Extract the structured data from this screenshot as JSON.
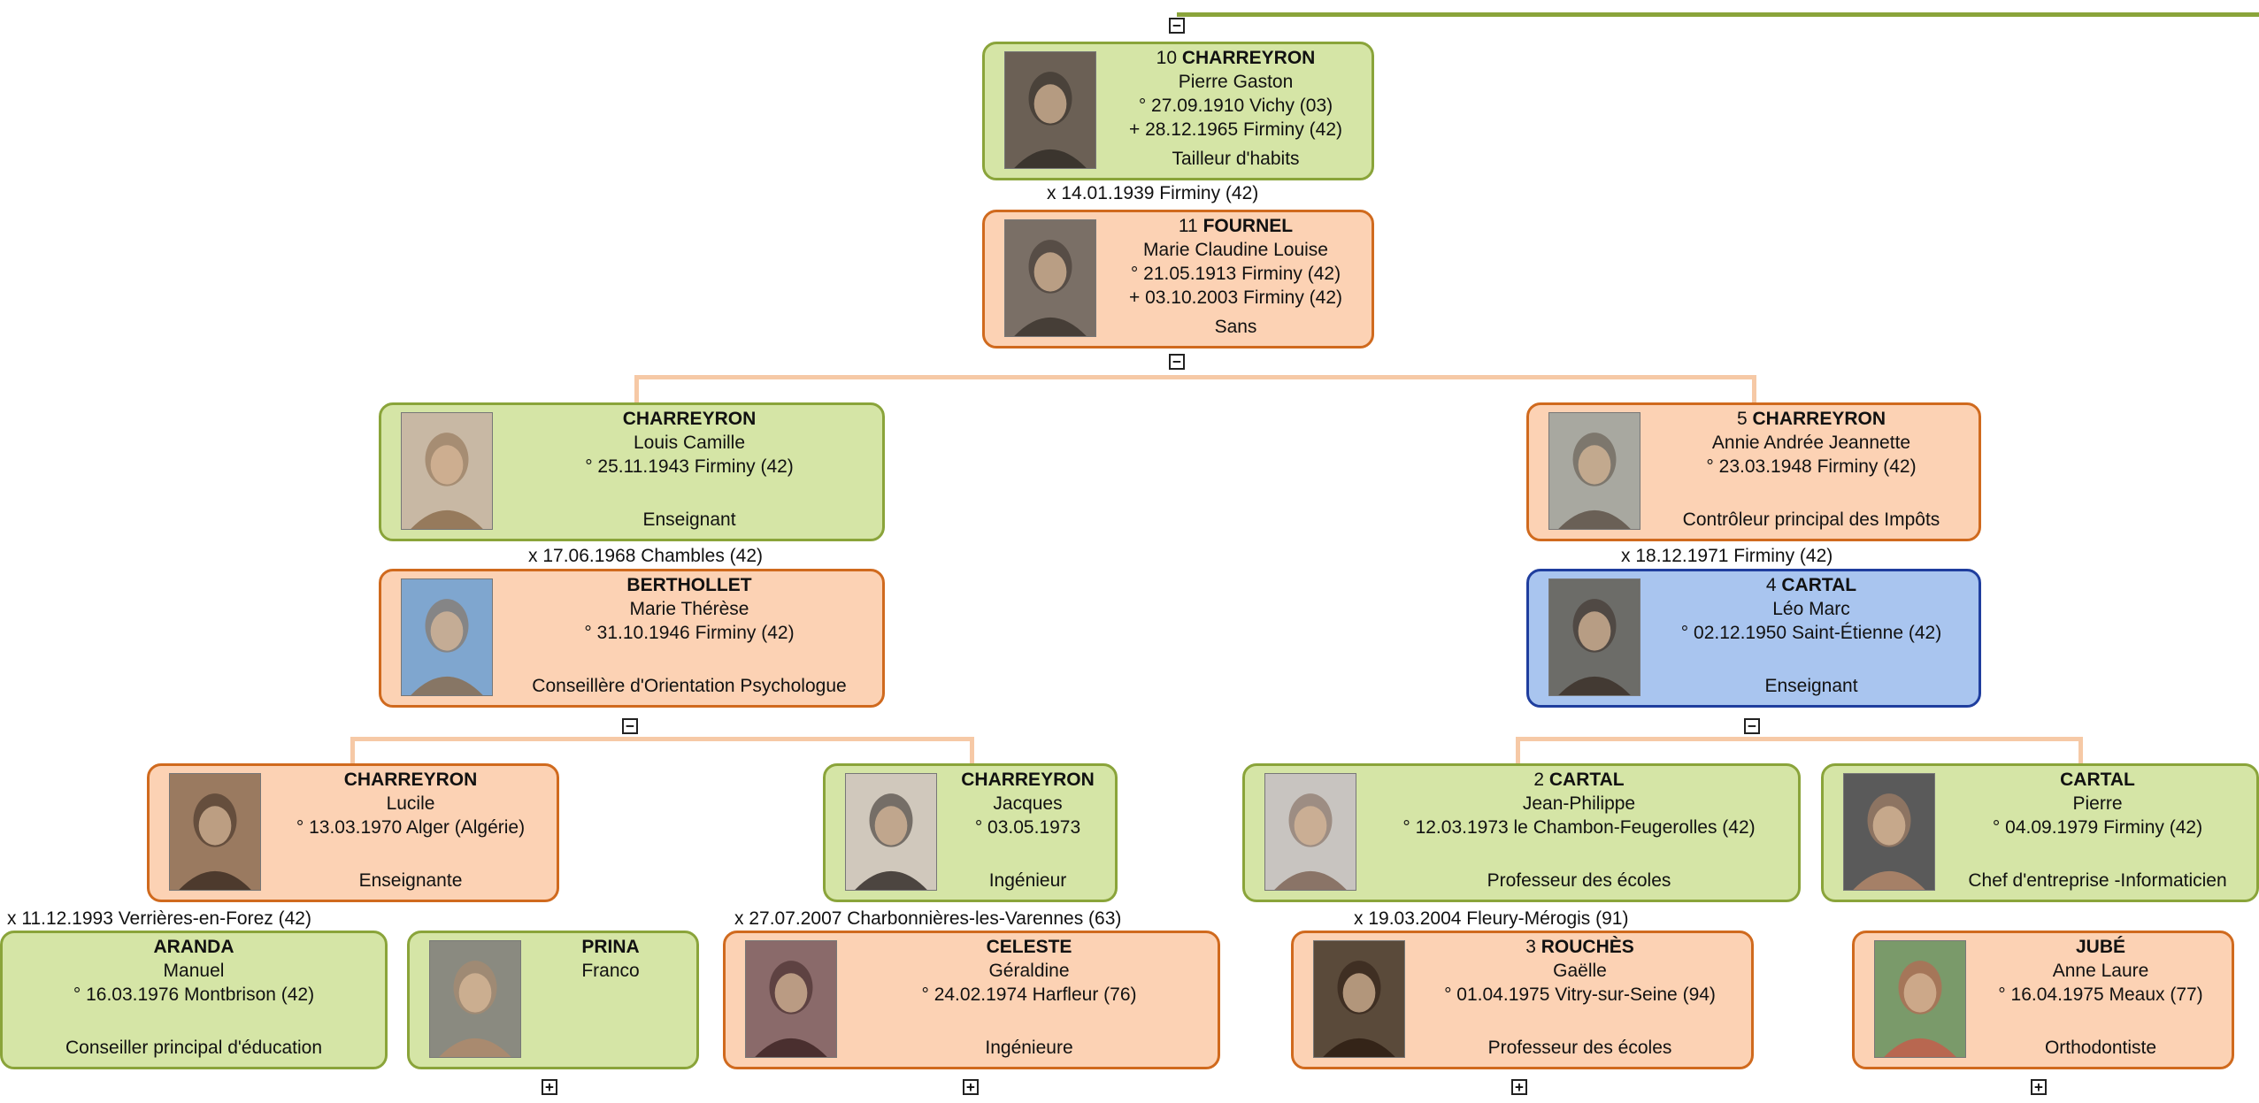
{
  "persons": {
    "p10": {
      "num": "10",
      "surname": "CHARREYRON",
      "given": "Pierre Gaston",
      "birth": "° 27.09.1910 Vichy (03)",
      "death": "+ 28.12.1965 Firminy (42)",
      "occupation": "Tailleur d'habits"
    },
    "p11": {
      "num": "11",
      "surname": "FOURNEL",
      "given": "Marie Claudine Louise",
      "birth": "° 21.05.1913 Firminy (42)",
      "death": "+ 03.10.2003 Firminy (42)",
      "occupation": "Sans"
    },
    "louis": {
      "num": "",
      "surname": "CHARREYRON",
      "given": "Louis Camille",
      "birth": "° 25.11.1943 Firminy (42)",
      "death": "",
      "occupation": "Enseignant"
    },
    "p5": {
      "num": "5",
      "surname": "CHARREYRON",
      "given": "Annie Andrée Jeannette",
      "birth": "° 23.03.1948 Firminy (42)",
      "death": "",
      "occupation": "Contrôleur principal des Impôts"
    },
    "bertholLet": {
      "num": "",
      "surname": "BERTHOLLET",
      "given": "Marie Thérèse",
      "birth": "° 31.10.1946 Firminy (42)",
      "death": "",
      "occupation": "Conseillère d'Orientation Psychologue"
    },
    "p4": {
      "num": "4",
      "surname": "CARTAL",
      "given": "Léo Marc",
      "birth": "° 02.12.1950 Saint-Étienne (42)",
      "death": "",
      "occupation": "Enseignant"
    },
    "lucile": {
      "num": "",
      "surname": "CHARREYRON",
      "given": "Lucile",
      "birth": "° 13.03.1970 Alger (Algérie)",
      "death": "",
      "occupation": "Enseignante"
    },
    "jacques": {
      "num": "",
      "surname": "CHARREYRON",
      "given": "Jacques",
      "birth": "° 03.05.1973",
      "death": "",
      "occupation": "Ingénieur"
    },
    "p2": {
      "num": "2",
      "surname": "CARTAL",
      "given": "Jean-Philippe",
      "birth": "° 12.03.1973 le Chambon-Feugerolles (42)",
      "death": "",
      "occupation": "Professeur des écoles"
    },
    "pierre": {
      "num": "",
      "surname": "CARTAL",
      "given": "Pierre",
      "birth": "° 04.09.1979 Firminy (42)",
      "death": "",
      "occupation": "Chef d'entreprise -Informaticien"
    },
    "aranda": {
      "num": "",
      "surname": "ARANDA",
      "given": "Manuel",
      "birth": "° 16.03.1976 Montbrison (42)",
      "death": "",
      "occupation": "Conseiller principal d'éducation"
    },
    "prina": {
      "num": "",
      "surname": "PRINA",
      "given": "Franco",
      "birth": "",
      "death": "",
      "occupation": ""
    },
    "celeste": {
      "num": "",
      "surname": "CELESTE",
      "given": "Géraldine",
      "birth": "° 24.02.1974 Harfleur (76)",
      "death": "",
      "occupation": "Ingénieure"
    },
    "p3": {
      "num": "3",
      "surname": "ROUCHÈS",
      "given": "Gaëlle",
      "birth": "° 01.04.1975 Vitry-sur-Seine (94)",
      "death": "",
      "occupation": "Professeur des écoles"
    },
    "jube": {
      "num": "",
      "surname": "JUBÉ",
      "given": "Anne Laure",
      "birth": "° 16.04.1975 Meaux (77)",
      "death": "",
      "occupation": "Orthodontiste"
    }
  },
  "marriages": {
    "m1": "x 14.01.1939 Firminy (42)",
    "m2": "x 17.06.1968 Chambles (42)",
    "m3": "x 18.12.1971 Firminy (42)",
    "m4": "x 11.12.1993 Verrières-en-Forez (42)",
    "m5": "x 27.07.2007 Charbonnières-les-Varennes (63)",
    "m6": "x 19.03.2004 Fleury-Mérogis (91)"
  },
  "toggles": {
    "collapse": "−",
    "expand": "+"
  },
  "colors": {
    "male_fill": "#d5e5a6",
    "male_border": "#8aa43a",
    "female_fill": "#fcd2b4",
    "female_border": "#d06a1e",
    "root_fill": "#a9c5ef",
    "root_border": "#1f3e9e",
    "link": "#f6c9a6"
  }
}
